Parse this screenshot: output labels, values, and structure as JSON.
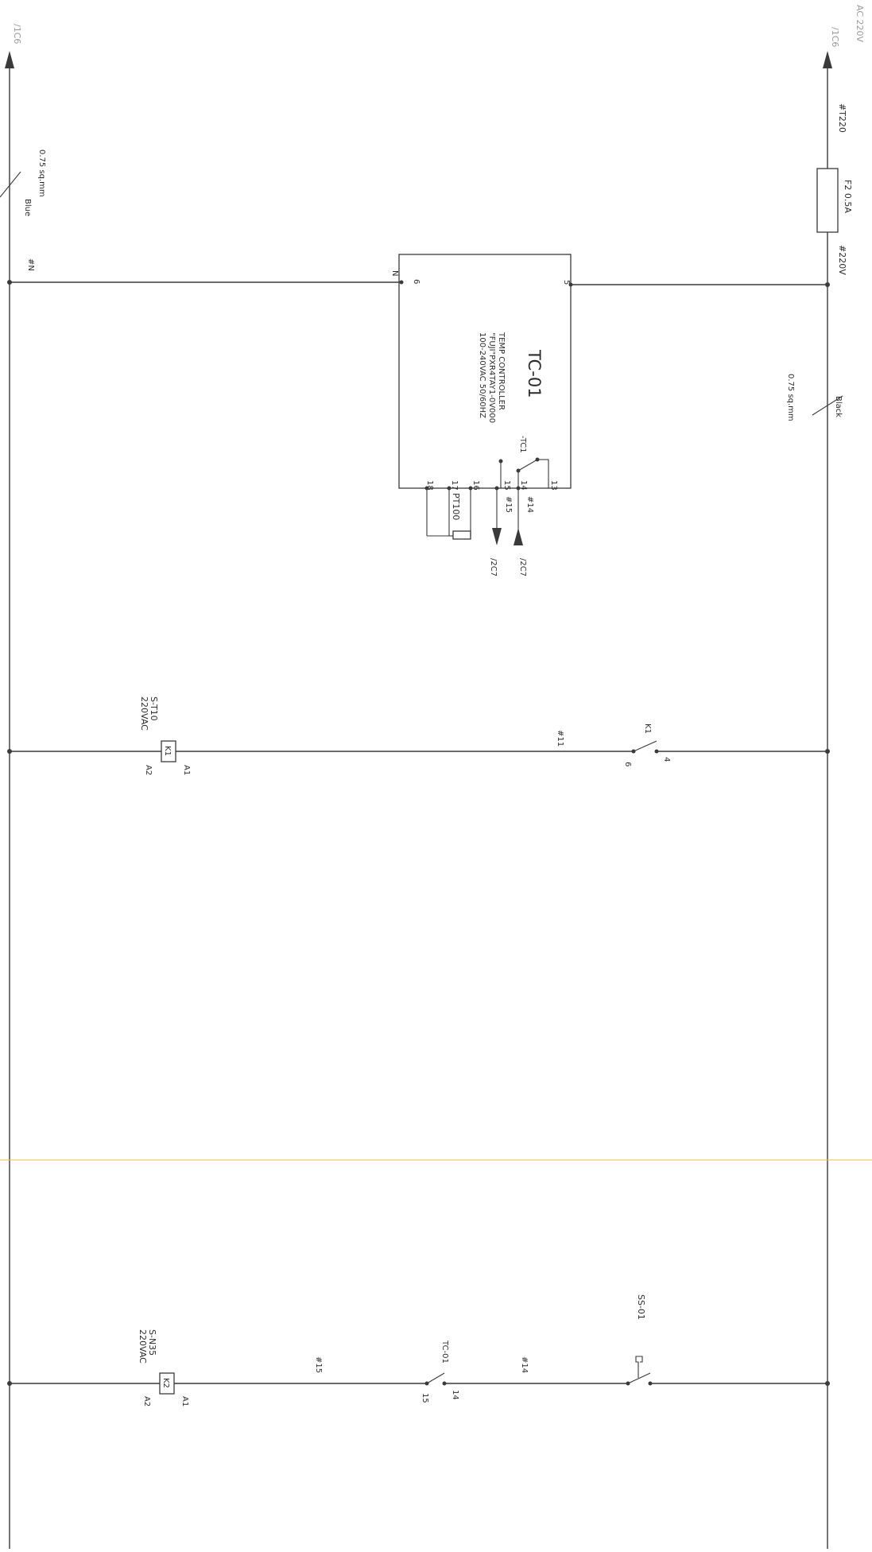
{
  "sheet": {
    "refs": {
      "left_top": "/1C6",
      "right_top": "/1C6",
      "supply": "AC 220V"
    },
    "fuse": {
      "tag": "F2 0.5A",
      "wire_in": "#T220",
      "wire_out": "#220V"
    },
    "neutral": {
      "size": "0.75 sq.mm",
      "color": "Blue",
      "wire": "#N"
    },
    "line": {
      "size": "0.75 sq.mm",
      "color": "Black"
    },
    "controller": {
      "tag": "TC-01",
      "line1": "TEMP CONTROLLER",
      "line2": "\"FUJI\"PXR4TAY1-0V000",
      "line3": "100-240VAC 50/60HZ",
      "term_n": "N",
      "term_6": "6",
      "term_5": "5",
      "contact": "-TC1",
      "t13": "13",
      "t14": "14",
      "t15": "15",
      "t16": "16",
      "t17": "17",
      "t18": "18",
      "sensor": "PT100",
      "w14": "#14",
      "w15": "#15",
      "ref14": "/2C7",
      "ref15": "/2C7"
    },
    "rung1": {
      "coil": "K1",
      "relay_type": "S-T10",
      "voltage": "220VAC",
      "a1": "A1",
      "a2": "A2",
      "wire": "#11",
      "contact": "K1",
      "c_in": "4",
      "c_out": "6"
    },
    "rung2": {
      "coil": "K2",
      "relay_type": "S-N35",
      "voltage": "220VAC",
      "a1": "A1",
      "a2": "A2",
      "wire_a": "#15",
      "wire_b": "#14",
      "tc_contact": "TC-01",
      "tc_14": "14",
      "tc_15": "15",
      "switch": "SS-01"
    }
  }
}
